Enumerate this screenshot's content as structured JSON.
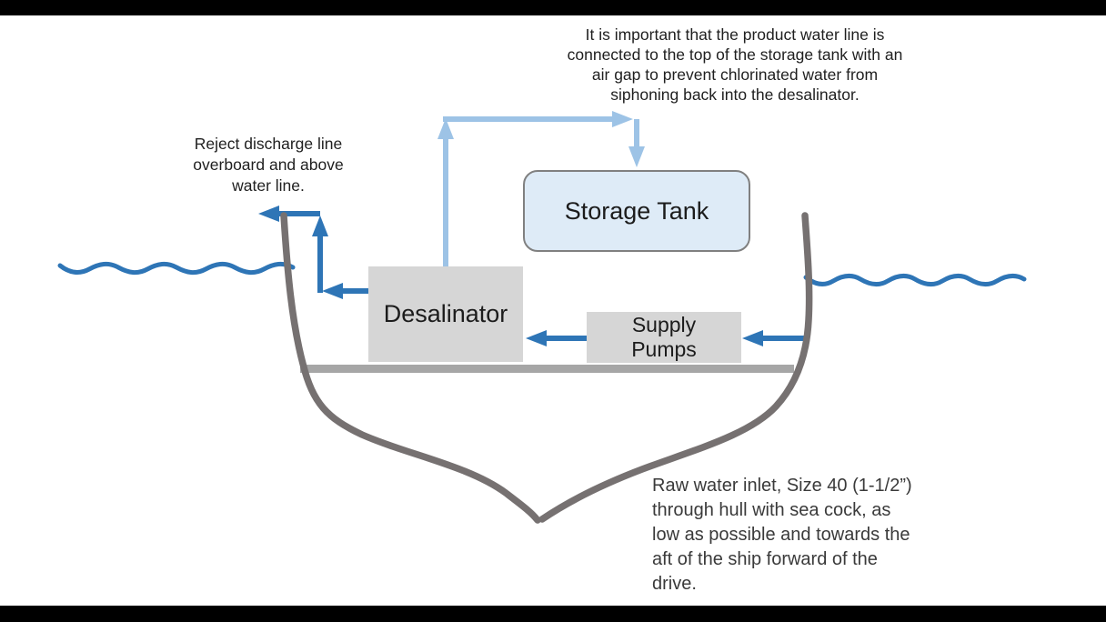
{
  "diagram": {
    "annotations": {
      "product_water_note": "It is important that the product water line is\nconnected to the top of the storage tank with an\nair gap to prevent chlorinated water from\nsiphoning back into the desalinator.",
      "reject_discharge_note": "Reject discharge line\noverboard and above\nwater line.",
      "raw_water_inlet_note": "Raw water inlet, Size 40 (1-1/2”)\nthrough hull with sea cock, as\nlow as possible and towards the\naft of the ship forward of the\ndrive."
    },
    "components": {
      "storage_tank": {
        "label": "Storage Tank"
      },
      "desalinator": {
        "label": "Desalinator"
      },
      "supply_pumps": {
        "label": "Supply\nPumps"
      }
    },
    "colors": {
      "flow_arrow": "#2e75b6",
      "product_line": "#9dc3e6",
      "water_line": "#2e75b6",
      "hull": "#767171",
      "deck": "#a6a6a6",
      "component_fill": "#d6d6d6",
      "tank_fill": "#deebf7",
      "tank_border": "#808080"
    }
  }
}
